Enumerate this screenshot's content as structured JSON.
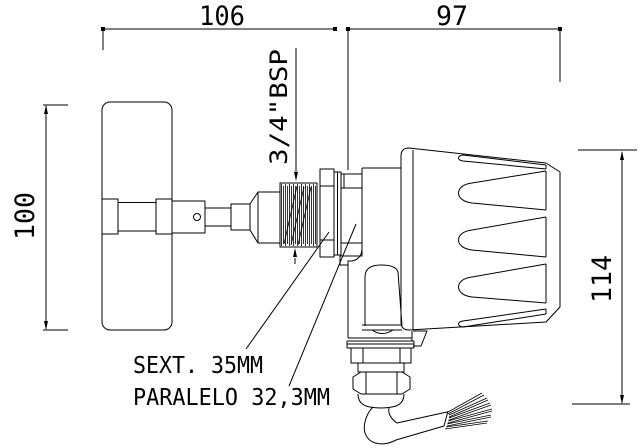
{
  "drawing": {
    "description": "Technical dimension drawing, side view of rotary paddle level switch with threaded mount, housing with ribbed cap and cable gland",
    "units_implied": "mm",
    "colors": {
      "line": "#000000",
      "background": "#ffffff"
    }
  },
  "labels": {
    "dim_top_left": "106",
    "dim_top_right": "97",
    "dim_left": "100",
    "dim_right": "114",
    "thread": "3/4\"BSP",
    "hex": "SEXT. 35MM",
    "parallel": "PARALELO 32,3MM"
  }
}
